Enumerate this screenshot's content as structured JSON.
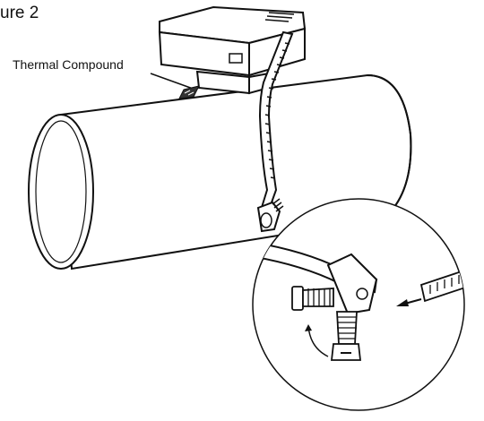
{
  "figure": {
    "title": "ure 2",
    "callout_label": "Thermal Compound"
  },
  "icons": {
    "device": "sensor-housing",
    "strap": "hose-clamp-band",
    "pipe": "pipe-cylinder",
    "detail": "magnified-clamp-detail",
    "rotate": "rotate-arrow",
    "insert": "insert-arrow"
  },
  "colors": {
    "line": "#111111",
    "fill": "#ffffff",
    "compound": "#333333"
  }
}
